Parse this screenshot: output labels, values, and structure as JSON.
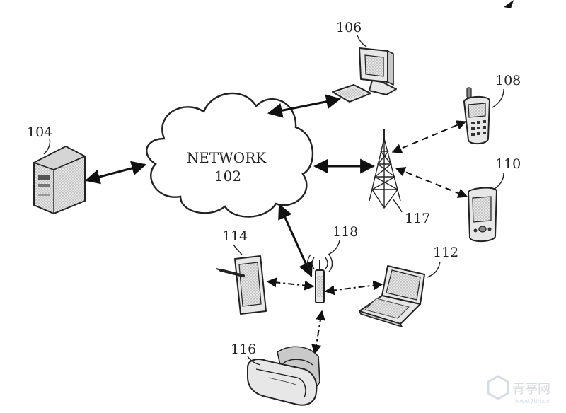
{
  "network": {
    "label": "NETWORK",
    "number": "102"
  },
  "refs": {
    "server": "104",
    "desktop": "106",
    "phone": "108",
    "pda": "110",
    "laptop": "112",
    "tablet": "114",
    "headset": "116",
    "tower": "117",
    "access_point": "118"
  },
  "watermark": {
    "text": "青亭网",
    "sub": "www.7tin.cn"
  }
}
